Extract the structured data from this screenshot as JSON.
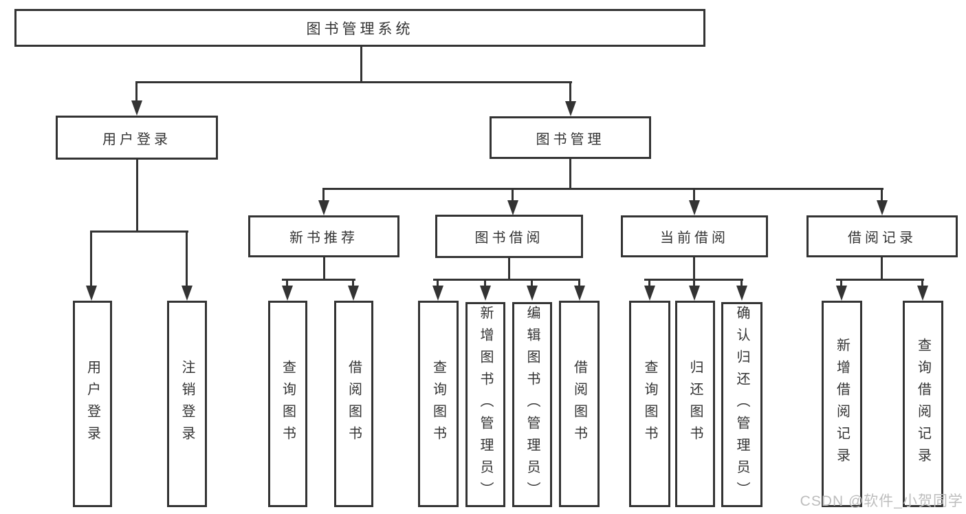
{
  "diagram": {
    "root": {
      "label": "图书管理系统",
      "children": [
        {
          "label": "用户登录",
          "children": [
            {
              "label": "用户登录"
            },
            {
              "label": "注销登录"
            }
          ]
        },
        {
          "label": "图书管理",
          "children": [
            {
              "label": "新书推荐",
              "children": [
                {
                  "label": "查询图书"
                },
                {
                  "label": "借阅图书"
                }
              ]
            },
            {
              "label": "图书借阅",
              "children": [
                {
                  "label": "查询图书"
                },
                {
                  "label": "新增图书（管理员）"
                },
                {
                  "label": "编辑图书（管理员）"
                },
                {
                  "label": "借阅图书"
                }
              ]
            },
            {
              "label": "当前借阅",
              "children": [
                {
                  "label": "查询图书"
                },
                {
                  "label": "归还图书"
                },
                {
                  "label": "确认归还（管理员）"
                }
              ]
            },
            {
              "label": "借阅记录",
              "children": [
                {
                  "label": "新增借阅记录"
                },
                {
                  "label": "查询借阅记录"
                }
              ]
            }
          ]
        }
      ]
    }
  },
  "watermark": {
    "text": "CSDN @软件_小贺同学"
  },
  "colors": {
    "line": "#333333",
    "text": "#333333",
    "background": "#ffffff",
    "watermark": "#bdbdbd"
  }
}
